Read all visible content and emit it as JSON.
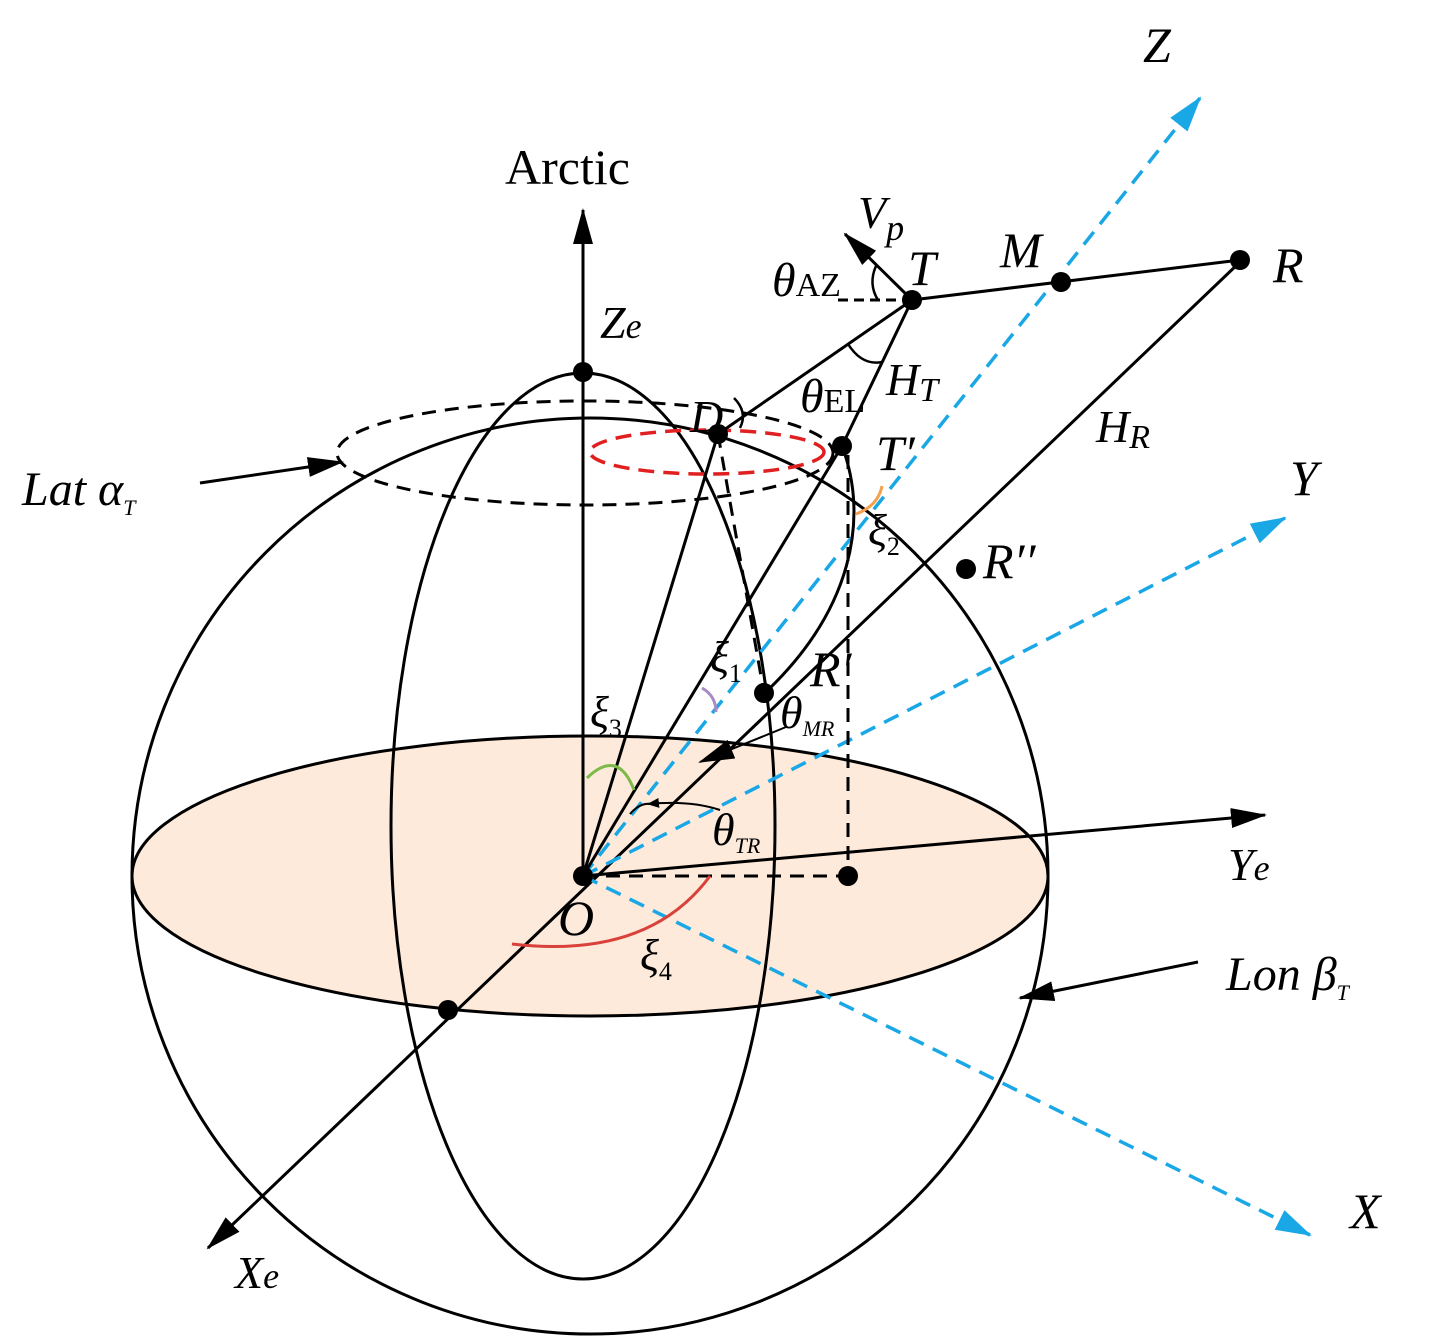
{
  "labels": {
    "arctic": "Arctic",
    "Z": "Z",
    "Y": "Y",
    "X": "X",
    "Ze_main": "Z",
    "Ze_sub": "e",
    "Ye_main": "Y",
    "Ye_sub": "e",
    "Xe_main": "X",
    "Xe_sub": "e",
    "O": "O",
    "T": "T",
    "M": "M",
    "R": "R",
    "Tprime": "T′",
    "Rprime": "R′",
    "Rdprime": "R′′",
    "D": "D",
    "Vp_main": "V",
    "Vp_sub": "p",
    "HT_main": "H",
    "HT_sub": "T",
    "HR_main": "H",
    "HR_sub": "R",
    "theta_AZ_main": "θ",
    "theta_AZ_sub": "AZ",
    "theta_EL_main": "θ",
    "theta_EL_sub": "EL",
    "theta_MR_main": "θ",
    "theta_MR_sub": "MR",
    "theta_TR_main": "θ",
    "theta_TR_sub": "TR",
    "xi1_main": "ξ",
    "xi1_sub": "1",
    "xi2_main": "ξ",
    "xi2_sub": "2",
    "xi3_main": "ξ",
    "xi3_sub": "3",
    "xi4_main": "ξ",
    "xi4_sub": "4",
    "lat_main": "Lat α",
    "lat_sub": "T",
    "lon_main": "Lon β",
    "lon_sub": "T"
  },
  "colors": {
    "line": "#000000",
    "dashed_axes": "#1aa7e6",
    "equator_fill": "#fdeadb",
    "red_circle": "#e02020",
    "xi_orange": "#f5a04a",
    "xi_purple": "#a98bc4",
    "xi_green": "#7cba4a",
    "xi_red": "#d9413a"
  }
}
